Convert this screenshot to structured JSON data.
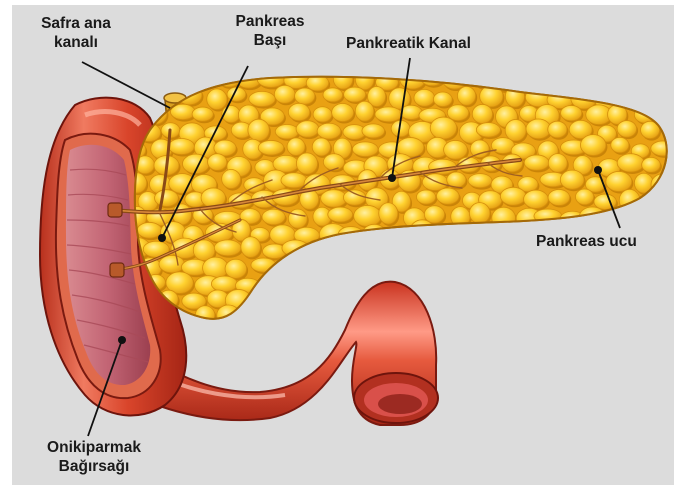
{
  "labels": {
    "bile_duct": [
      "Safra ana",
      "kanalı"
    ],
    "pancreas_head": [
      "Pankreas",
      "Başı"
    ],
    "pancreatic_duct": "Pankreatik Kanal",
    "pancreas_tail": "Pankreas ucu",
    "duodenum": [
      "Onikiparmak",
      "Bağırsağı"
    ]
  },
  "colors": {
    "background_panel": "#dcdcdc",
    "pancreas_base": "#f3b21a",
    "pancreas_lobule": "#ffd230",
    "pancreas_shadow": "#c98408",
    "intestine": "#d9452b",
    "intestine_dark": "#a8281a",
    "intestine_inner": "#c26474",
    "duct": "#b06a1e",
    "leader_line": "#111111"
  }
}
